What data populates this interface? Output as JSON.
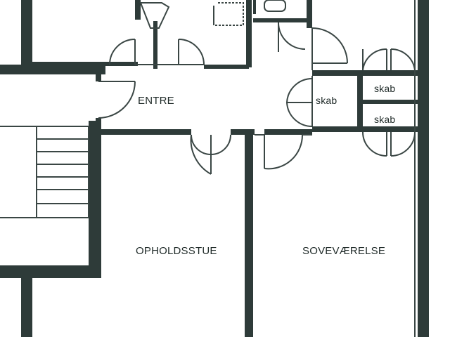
{
  "rooms": {
    "entre": "ENTRE",
    "opholdsstue": "OPHOLDSSTUE",
    "sovevaerelse": "SOVEVÆRELSE"
  },
  "closets": {
    "skab_1": "skab",
    "skab_2": "skab",
    "skab_3": "skab"
  },
  "colors": {
    "wall": "#2e3b39",
    "line": "#3a4644",
    "background": "#ffffff"
  }
}
